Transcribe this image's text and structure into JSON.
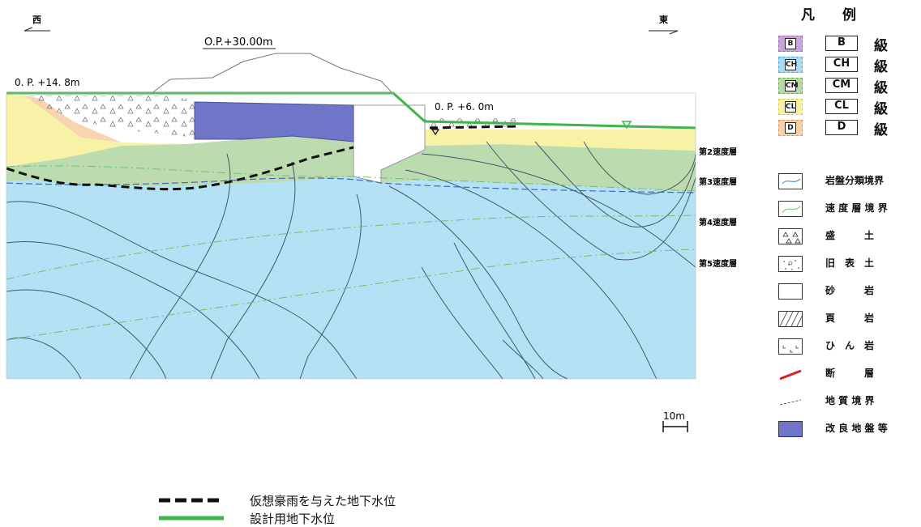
{
  "direction": {
    "west": "西",
    "east": "東"
  },
  "elevations": {
    "top": "O.P.+30.00m",
    "left": "0. P. +14. 8m",
    "right": "0. P. +6. 0m"
  },
  "velocity_layers": [
    "第2速度層",
    "第3速度層",
    "第4速度層",
    "第5速度層"
  ],
  "scale_label": "10m",
  "legend": {
    "title": "凡例",
    "grades": [
      {
        "box": "B",
        "label": "B",
        "suffix": "級",
        "color": "#c9a4d8",
        "border": "#9a6fb0"
      },
      {
        "box": "CH",
        "label": "CH",
        "suffix": "級",
        "color": "#a8dcf2",
        "border": "#4da6d6"
      },
      {
        "box": "CM",
        "label": "CM",
        "suffix": "級",
        "color": "#b9d9a6",
        "border": "#6aa84f"
      },
      {
        "box": "CL",
        "label": "CL",
        "suffix": "級",
        "color": "#f7f1a2",
        "border": "#d8c84c"
      },
      {
        "box": "D",
        "label": "D",
        "suffix": "級",
        "color": "#f7d1a8",
        "border": "#e3945a"
      }
    ],
    "items": [
      {
        "icon": "rock-class-boundary-icon",
        "label": "岩盤分類境界"
      },
      {
        "icon": "velocity-layer-boundary-icon",
        "label": "速 度 層 境 界"
      },
      {
        "icon": "fill-soil-icon",
        "label": "盛　　　土"
      },
      {
        "icon": "old-topsoil-icon",
        "label": "旧　表　土"
      },
      {
        "icon": "sandstone-icon",
        "label": "砂　　　岩"
      },
      {
        "icon": "shale-icon",
        "label": "頁　　　岩"
      },
      {
        "icon": "porphyrite-icon",
        "label": "ひ　ん　岩"
      },
      {
        "icon": "fault-icon",
        "label": "断　　　層"
      },
      {
        "icon": "geologic-boundary-icon",
        "label": "地 質 境 界"
      },
      {
        "icon": "improved-ground-icon",
        "label": "改 良 地 盤 等"
      }
    ]
  },
  "bottom_legend": [
    {
      "icon": "dashed-black-line-icon",
      "label": "仮想豪雨を与えた地下水位"
    },
    {
      "icon": "solid-green-line-icon",
      "label": "設計用地下水位"
    }
  ],
  "colors": {
    "CH": "#b4e2f4",
    "CM": "#bcdcb0",
    "CL": "#f7f2a6",
    "D": "#f6d5b0",
    "improved": "#6f76c8",
    "groundwater": "#3db74a"
  }
}
